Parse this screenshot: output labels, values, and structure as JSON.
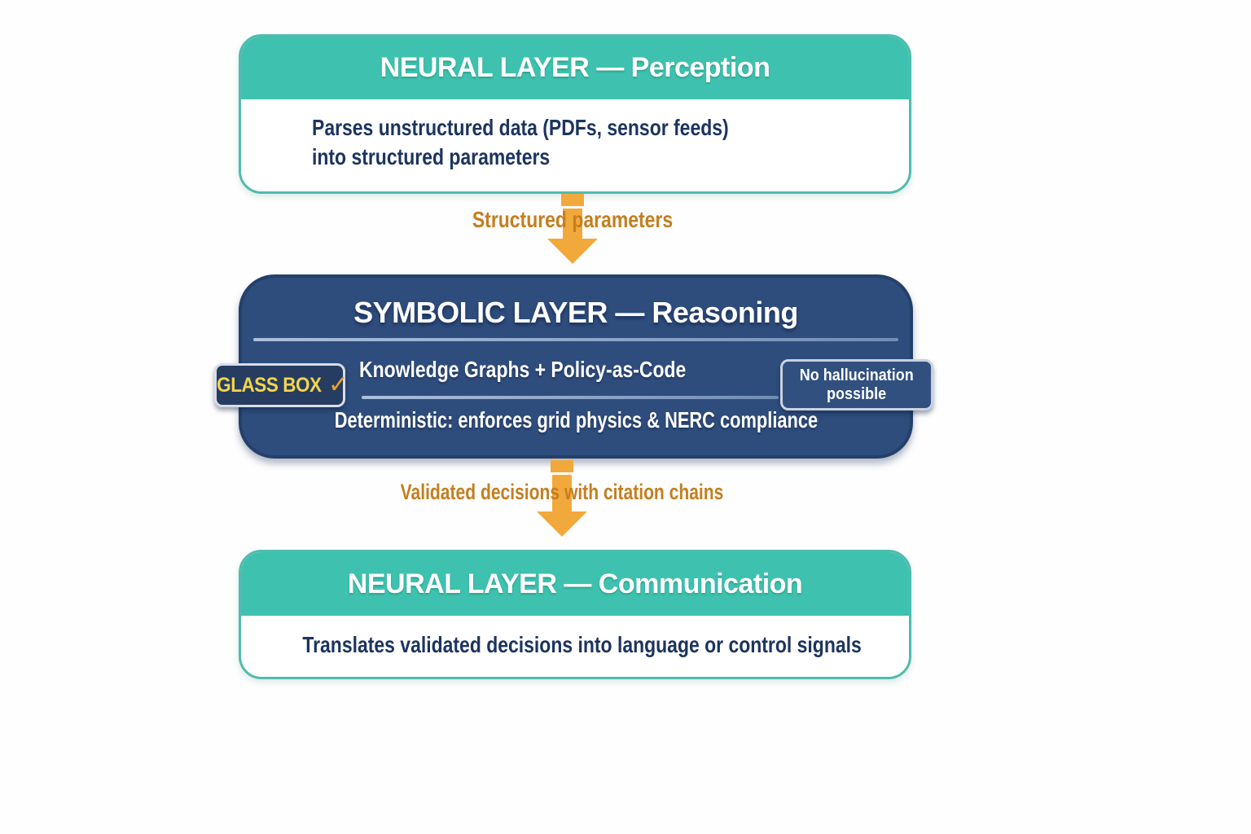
{
  "diagram": {
    "boxes": {
      "perception": {
        "title": "NEURAL LAYER — Perception",
        "body_line1": "Parses unstructured data (PDFs, sensor feeds)",
        "body_line2": "into structured parameters"
      },
      "symbolic": {
        "title": "SYMBOLIC LAYER — Reasoning",
        "row1": "Knowledge Graphs + Policy-as-Code",
        "row2": "Deterministic: enforces grid physics & NERC compliance",
        "badge_left_label": "GLASS BOX",
        "badge_left_check": "✓",
        "badge_right_line1": "No hallucination",
        "badge_right_line2": "possible"
      },
      "communication": {
        "title": "NEURAL LAYER — Communication",
        "body": "Translates validated decisions into language or control signals"
      }
    },
    "arrows": {
      "arrow1_label": "Structured parameters",
      "arrow2_label": "Validated decisions with citation chains"
    },
    "colors": {
      "teal": "#3ec2af",
      "teal_border": "#4ebcae",
      "navy_box": "#2e4d7d",
      "navy_box_border": "#24406b",
      "body_text_navy": "#1d3460",
      "arrow_amber": "#f2a93c",
      "arrow_label_orange": "#c57e1f",
      "glassbox_yellow": "#f4d44c",
      "check_orange": "#ee9d2c",
      "badge_border_light": "#d7dde8",
      "divider_blue": "#a9c0de"
    }
  }
}
